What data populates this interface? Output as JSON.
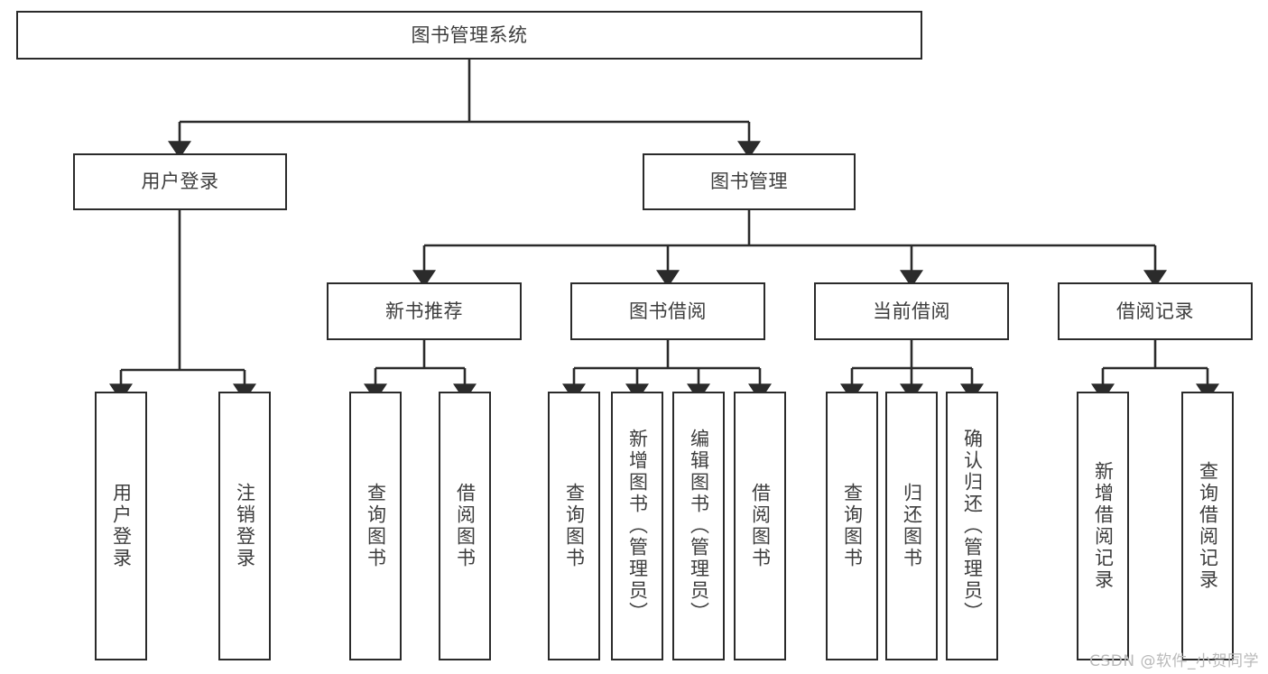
{
  "diagram": {
    "title": "图书管理系统",
    "watermark": "CSDN @软件_小贺同学",
    "colors": {
      "border": "#2b2b2b",
      "text": "#3d3d3d",
      "background": "#ffffff",
      "edge": "#2b2b2b",
      "watermark": "#b9b9b9"
    }
  },
  "nodes": {
    "root": {
      "label": "图书管理系统"
    },
    "level2": [
      {
        "id": "user-login",
        "label": "用户登录"
      },
      {
        "id": "book-manage",
        "label": "图书管理"
      }
    ],
    "level3": [
      {
        "id": "new-book-recommend",
        "label": "新书推荐"
      },
      {
        "id": "book-borrow",
        "label": "图书借阅"
      },
      {
        "id": "current-borrow",
        "label": "当前借阅"
      },
      {
        "id": "borrow-record",
        "label": "借阅记录"
      }
    ],
    "leaves": [
      {
        "id": "leaf-user-login",
        "label": "用户登录",
        "parent": "user-login"
      },
      {
        "id": "leaf-logout-login",
        "label": "注销登录",
        "parent": "user-login"
      },
      {
        "id": "leaf-query-book-1",
        "label": "查询图书",
        "parent": "new-book-recommend"
      },
      {
        "id": "leaf-borrow-book-1",
        "label": "借阅图书",
        "parent": "new-book-recommend"
      },
      {
        "id": "leaf-query-book-2",
        "label": "查询图书",
        "parent": "book-borrow"
      },
      {
        "id": "leaf-add-book",
        "label": "新增图书（管理员）",
        "parent": "book-borrow"
      },
      {
        "id": "leaf-edit-book",
        "label": "编辑图书（管理员）",
        "parent": "book-borrow"
      },
      {
        "id": "leaf-borrow-book-2",
        "label": "借阅图书",
        "parent": "book-borrow"
      },
      {
        "id": "leaf-query-book-3",
        "label": "查询图书",
        "parent": "current-borrow"
      },
      {
        "id": "leaf-return-book",
        "label": "归还图书",
        "parent": "current-borrow"
      },
      {
        "id": "leaf-confirm-return",
        "label": "确认归还（管理员）",
        "parent": "current-borrow"
      },
      {
        "id": "leaf-add-record",
        "label": "新增借阅记录",
        "parent": "borrow-record"
      },
      {
        "id": "leaf-query-record",
        "label": "查询借阅记录",
        "parent": "borrow-record"
      }
    ]
  }
}
